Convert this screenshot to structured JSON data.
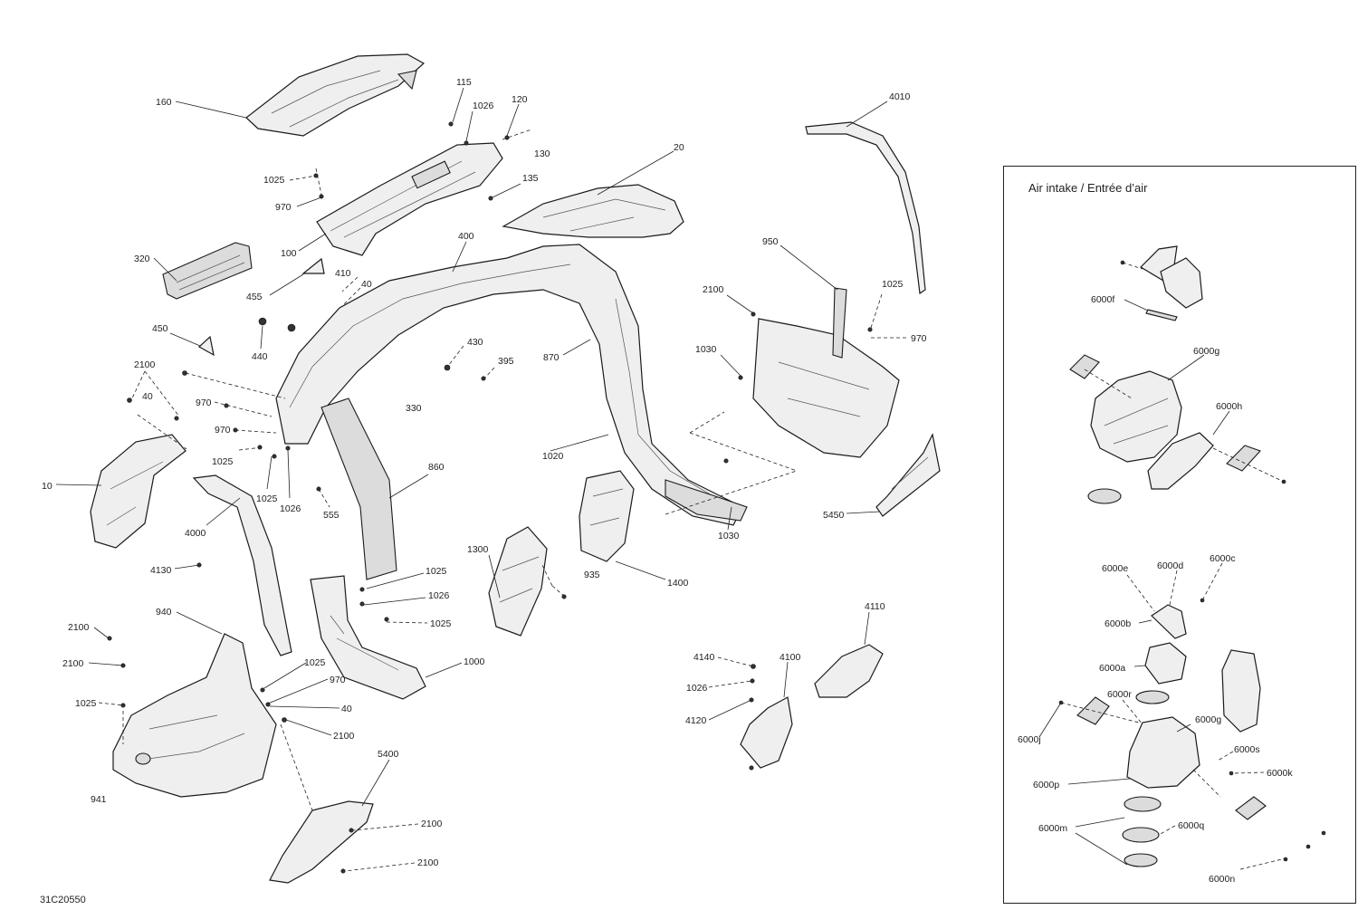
{
  "inset": {
    "title": "Air intake  /  Entrée d’air"
  },
  "drawing_code": "31C20550",
  "callouts": [
    {
      "text": "160"
    },
    {
      "text": "115"
    },
    {
      "text": "1026"
    },
    {
      "text": "120"
    },
    {
      "text": "130"
    },
    {
      "text": "135"
    },
    {
      "text": "1025"
    },
    {
      "text": "970"
    },
    {
      "text": "100"
    },
    {
      "text": "20"
    },
    {
      "text": "4010"
    },
    {
      "text": "320"
    },
    {
      "text": "400"
    },
    {
      "text": "950"
    },
    {
      "text": "410"
    },
    {
      "text": "40"
    },
    {
      "text": "455"
    },
    {
      "text": "2100"
    },
    {
      "text": "1025"
    },
    {
      "text": "450"
    },
    {
      "text": "440"
    },
    {
      "text": "430"
    },
    {
      "text": "870"
    },
    {
      "text": "970"
    },
    {
      "text": "1030"
    },
    {
      "text": "2100"
    },
    {
      "text": "395"
    },
    {
      "text": "40"
    },
    {
      "text": "970"
    },
    {
      "text": "330"
    },
    {
      "text": "970"
    },
    {
      "text": "1025"
    },
    {
      "text": "1020"
    },
    {
      "text": "10"
    },
    {
      "text": "860"
    },
    {
      "text": "1025"
    },
    {
      "text": "1026"
    },
    {
      "text": "555"
    },
    {
      "text": "4000"
    },
    {
      "text": "5450"
    },
    {
      "text": "1030"
    },
    {
      "text": "4130"
    },
    {
      "text": "1300"
    },
    {
      "text": "1025"
    },
    {
      "text": "935"
    },
    {
      "text": "1400"
    },
    {
      "text": "1026"
    },
    {
      "text": "940"
    },
    {
      "text": "1025"
    },
    {
      "text": "4110"
    },
    {
      "text": "2100"
    },
    {
      "text": "2100"
    },
    {
      "text": "1000"
    },
    {
      "text": "1025"
    },
    {
      "text": "4140"
    },
    {
      "text": "4100"
    },
    {
      "text": "970"
    },
    {
      "text": "1025"
    },
    {
      "text": "1026"
    },
    {
      "text": "40"
    },
    {
      "text": "4120"
    },
    {
      "text": "2100"
    },
    {
      "text": "941"
    },
    {
      "text": "5400"
    },
    {
      "text": "2100"
    },
    {
      "text": "2100"
    },
    {
      "text": "6000f"
    },
    {
      "text": "6000g"
    },
    {
      "text": "6000h"
    },
    {
      "text": "6000e"
    },
    {
      "text": "6000d"
    },
    {
      "text": "6000c"
    },
    {
      "text": "6000b"
    },
    {
      "text": "6000a"
    },
    {
      "text": "6000r"
    },
    {
      "text": "6000g"
    },
    {
      "text": "6000j"
    },
    {
      "text": "6000s"
    },
    {
      "text": "6000k"
    },
    {
      "text": "6000p"
    },
    {
      "text": "6000m"
    },
    {
      "text": "6000q"
    },
    {
      "text": "6000n"
    }
  ]
}
